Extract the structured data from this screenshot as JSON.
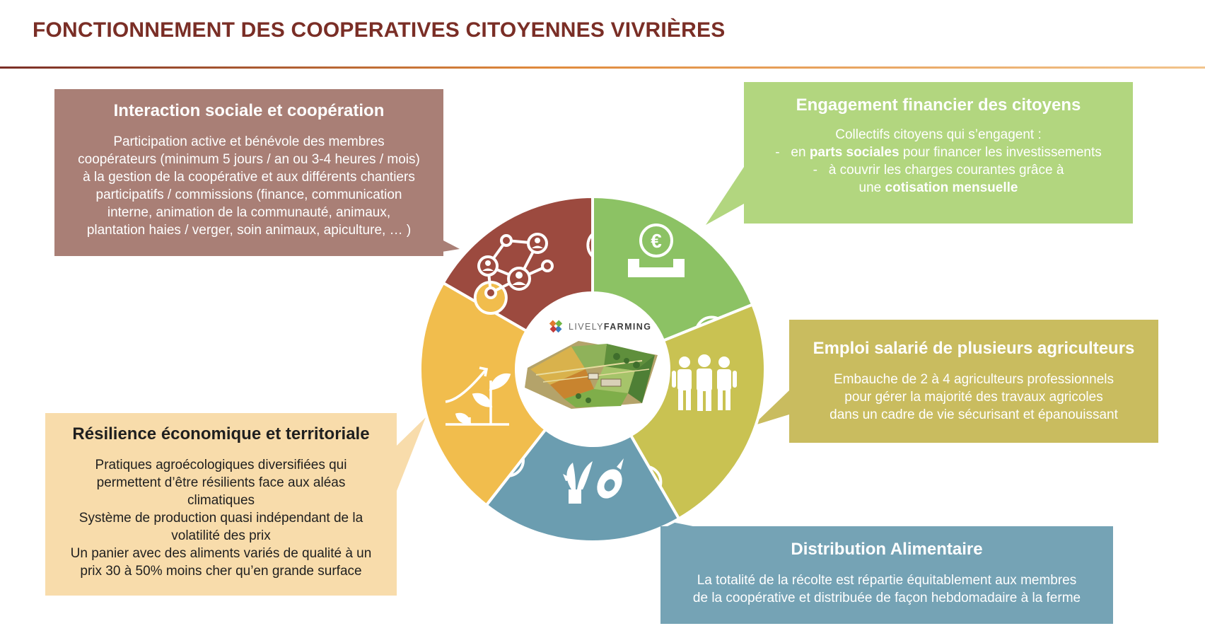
{
  "title": "FONCTIONNEMENT DES COOPERATIVES CITOYENNES VIVRIÈRES",
  "logo": {
    "text_plain": "LIVELY",
    "text_bold": "FARMING"
  },
  "colors": {
    "social": "#9c4a3f",
    "finance": "#8cc264",
    "emploi": "#c9c252",
    "distribution": "#6b9db0",
    "resilience": "#f1bd4d"
  },
  "segments": [
    {
      "key": "social",
      "icon": "network-people-icon"
    },
    {
      "key": "finance",
      "icon": "euro-coin-box-icon"
    },
    {
      "key": "emploi",
      "icon": "three-workers-icon"
    },
    {
      "key": "distribution",
      "icon": "vegetables-icon"
    },
    {
      "key": "resilience",
      "icon": "growing-plant-icon"
    }
  ],
  "center": {
    "icon": "farm-landscape-icon"
  },
  "boxes": {
    "social": {
      "title": "Interaction sociale et coopération",
      "lines": [
        "Participation active et bénévole des membres",
        "coopérateurs (minimum 5 jours / an ou 3-4 heures / mois)",
        "à la gestion de la coopérative et aux différents chantiers",
        "participatifs / commissions (finance, communication",
        "interne, animation de la communauté, animaux,",
        "plantation haies / verger, soin animaux, apiculture, … )"
      ]
    },
    "finance": {
      "title": "Engagement financier des citoyens",
      "intro": "Collectifs citoyens qui s’engagent :",
      "item1_pre": "-   en ",
      "item1_bold": "parts sociales",
      "item1_post": " pour financer les investissements",
      "item2": "-   à couvrir les charges courantes grâce à",
      "item3_pre": "une ",
      "item3_bold": "cotisation mensuelle"
    },
    "emploi": {
      "title": "Emploi salarié de plusieurs agriculteurs",
      "lines": [
        "Embauche de 2 à 4 agriculteurs professionnels",
        "pour gérer la majorité des travaux agricoles",
        "dans un cadre de vie sécurisant et épanouissant"
      ]
    },
    "resilience": {
      "title": "Résilience économique et territoriale",
      "lines": [
        "Pratiques agroécologiques diversifiées qui",
        "permettent d’être résilients face aux aléas",
        "climatiques",
        "Système de production quasi indépendant de la",
        "volatilité des prix",
        "Un panier avec des aliments variés de qualité à un",
        "prix 30 à 50% moins cher qu’en grande surface"
      ]
    },
    "distribution": {
      "title": "Distribution Alimentaire",
      "lines": [
        "La totalité de la récolte est répartie équitablement aux membres",
        "de la coopérative et distribuée de façon hebdomadaire à la ferme"
      ]
    }
  }
}
